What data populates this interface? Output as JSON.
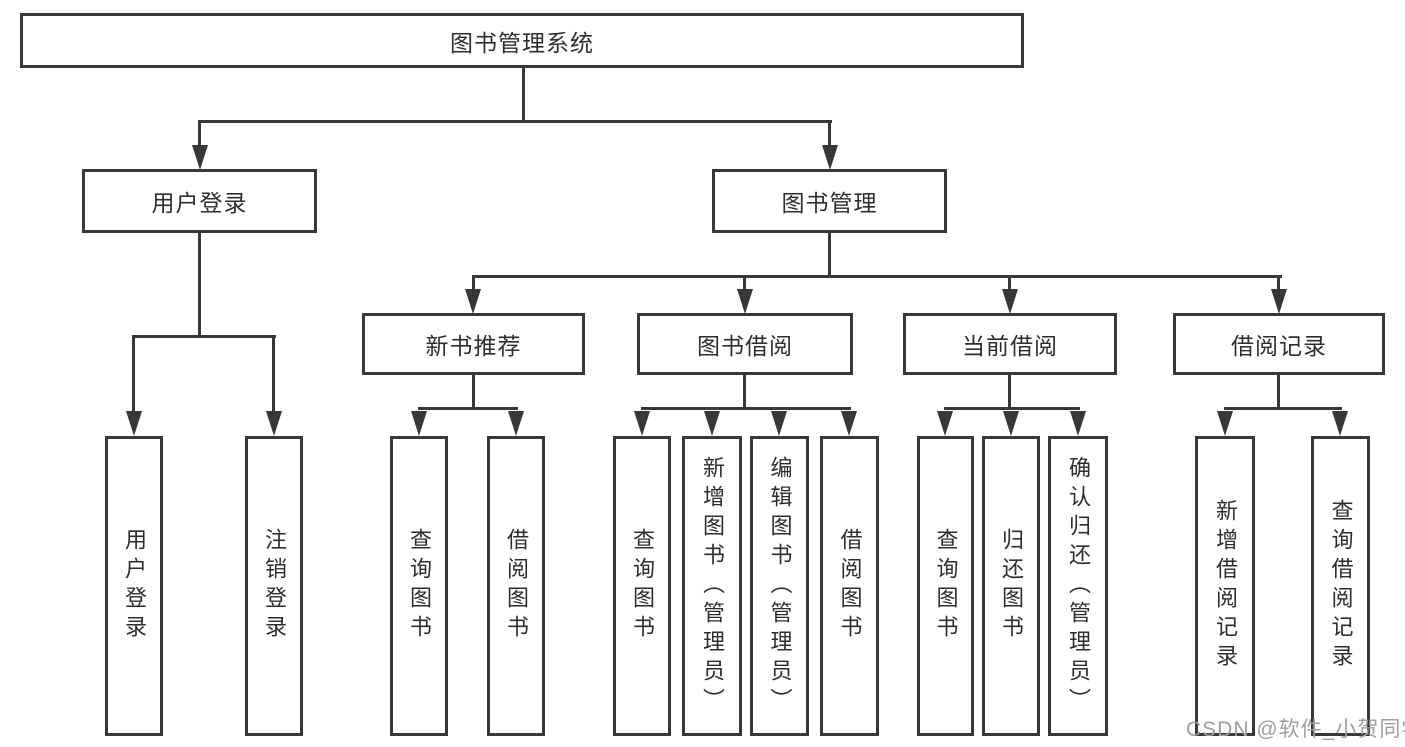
{
  "diagram": {
    "root_label": "图书管理系统",
    "branches": [
      {
        "label": "用户登录",
        "children": [
          "用户登录",
          "注销登录"
        ]
      },
      {
        "label": "图书管理",
        "groups": [
          {
            "label": "新书推荐",
            "children": [
              "查询图书",
              "借阅图书"
            ]
          },
          {
            "label": "图书借阅",
            "children": [
              "查询图书",
              "新增图书（管理员）",
              "编辑图书（管理员）",
              "借阅图书"
            ]
          },
          {
            "label": "当前借阅",
            "children": [
              "查询图书",
              "归还图书",
              "确认归还（管理员）"
            ]
          },
          {
            "label": "借阅记录",
            "children": [
              "新增借阅记录",
              "查询借阅记录"
            ]
          }
        ]
      }
    ]
  },
  "watermark": {
    "text": "CSDN @软件_小贺同学"
  },
  "colors": {
    "line": "#383838",
    "text": "#2e2e2e",
    "watermark": "#9e9e9e",
    "background": "#ffffff"
  }
}
